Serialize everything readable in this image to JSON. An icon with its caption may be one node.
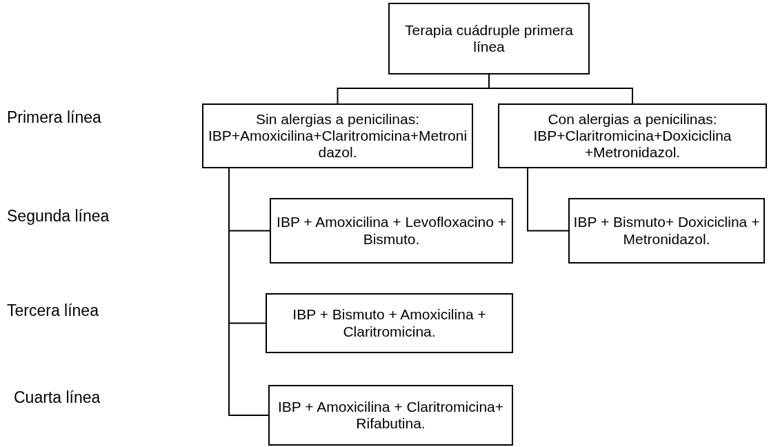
{
  "diagram": {
    "nodes": [
      {
        "text": [
          "Terapia cuádruple primera línea"
        ]
      },
      {
        "text": [
          "Sin alergias a penicilinas:",
          "IBP+Amoxicilina+Claritromicina+Metronidazol."
        ]
      },
      {
        "text": [
          "Con alergias a penicilinas:",
          "IBP+Claritromicina+Doxiciclina +Metronidazol."
        ]
      },
      {
        "text": [
          "IBP + Amoxicilina + Levofloxacino + Bismuto."
        ]
      },
      {
        "text": [
          "IBP + Bismuto+ Doxiciclina + Metronidazol."
        ]
      },
      {
        "text": [
          "IBP + Bismuto + Amoxicilina + Claritromicina."
        ]
      },
      {
        "text": [
          "IBP + Amoxicilina + Claritromicina+ Rifabutina."
        ]
      }
    ],
    "edges": [
      {
        "from": 0,
        "to": 1,
        "arrow": "none"
      },
      {
        "from": 0,
        "to": 2,
        "arrow": "none"
      },
      {
        "from": 1,
        "to": 3,
        "arrow": "none"
      },
      {
        "from": 1,
        "to": 5,
        "arrow": "none"
      },
      {
        "from": 1,
        "to": 6,
        "arrow": "none"
      },
      {
        "from": 2,
        "to": 4,
        "arrow": "none"
      }
    ],
    "labels": [
      "Primera línea",
      "Segunda línea",
      "Tercera línea",
      "Cuarta línea"
    ]
  }
}
